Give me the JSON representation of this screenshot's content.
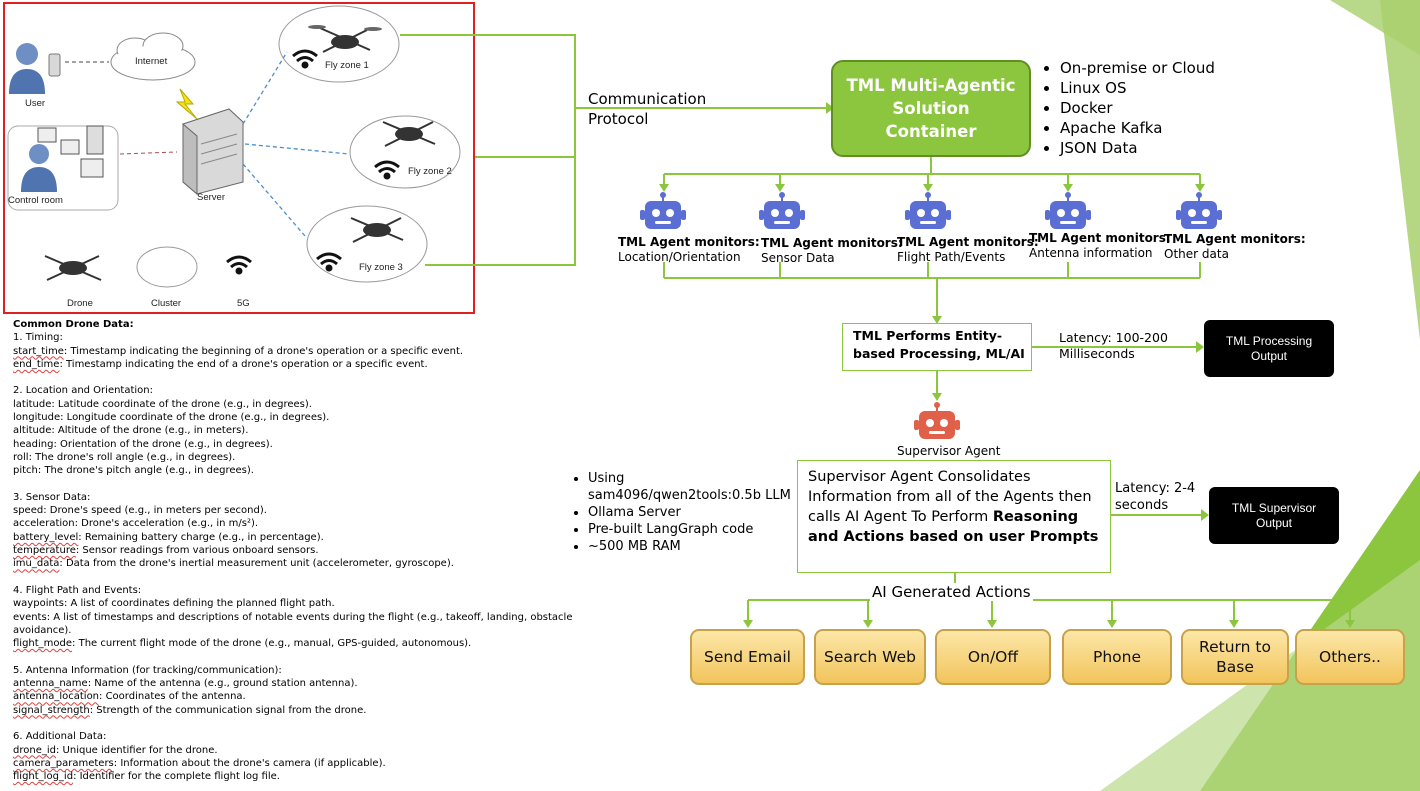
{
  "network": {
    "user": "User",
    "internet": "Internet",
    "server": "Server",
    "control_room": "Control room",
    "fly_zone_1": "Fly zone 1",
    "fly_zone_2": "Fly zone 2",
    "fly_zone_3": "Fly zone 3",
    "drone": "Drone",
    "cluster": "Cluster",
    "five_g": "5G"
  },
  "drone_data": {
    "title": "Common Drone Data:",
    "sections": [
      {
        "heading": "1. Timing:",
        "lines": [
          {
            "key": "start_time",
            "text": ": Timestamp indicating the beginning of a drone's operation or a specific event."
          },
          {
            "key": "end_time",
            "text": ": Timestamp indicating the end of a drone's operation or a specific event."
          }
        ]
      },
      {
        "heading": "2. Location and Orientation:",
        "lines": [
          {
            "key": "latitude",
            "text": ": Latitude coordinate of the drone (e.g., in degrees)."
          },
          {
            "key": "longitude",
            "text": ": Longitude coordinate of the drone (e.g., in degrees)."
          },
          {
            "key": "altitude",
            "text": ": Altitude of the drone (e.g., in meters)."
          },
          {
            "key": "heading",
            "text": ": Orientation of the drone (e.g., in degrees)."
          },
          {
            "key": "roll",
            "text": ": The drone's roll angle (e.g., in degrees)."
          },
          {
            "key": "pitch",
            "text": ": The drone's pitch angle (e.g., in degrees)."
          }
        ]
      },
      {
        "heading": "3. Sensor Data:",
        "lines": [
          {
            "key": "speed",
            "text": ": Drone's speed (e.g., in meters per second)."
          },
          {
            "key": "acceleration",
            "text": ": Drone's acceleration (e.g., in m/s²)."
          },
          {
            "key": "battery_level",
            "text": ": Remaining battery charge (e.g., in percentage)."
          },
          {
            "key": "temperature",
            "text": ": Sensor readings from various onboard sensors."
          },
          {
            "key": "imu_data",
            "text": ": Data from the drone's inertial measurement unit (accelerometer, gyroscope)."
          }
        ]
      },
      {
        "heading": "4. Flight Path and Events:",
        "lines": [
          {
            "key": "waypoints",
            "text": ": A list of coordinates defining the planned flight path."
          },
          {
            "key": "events",
            "text": ": A list of timestamps and descriptions of notable events during the flight (e.g., takeoff, landing, obstacle avoidance)."
          },
          {
            "key": "flight_mode",
            "text": ": The current flight mode of the drone (e.g., manual, GPS-guided, autonomous)."
          }
        ]
      },
      {
        "heading": "5. Antenna Information (for tracking/communication):",
        "lines": [
          {
            "key": "antenna_name",
            "text": ": Name of the antenna (e.g., ground station antenna)."
          },
          {
            "key": "antenna_location",
            "text": ": Coordinates of the antenna."
          },
          {
            "key": "signal_strength",
            "text": ": Strength of the communication signal from the drone."
          }
        ]
      },
      {
        "heading": "6. Additional Data:",
        "lines": [
          {
            "key": "drone_id",
            "text": ": Unique identifier for the drone."
          },
          {
            "key": "camera_parameters",
            "text": ": Information about the drone's camera (if applicable)."
          },
          {
            "key": "flight_log_id",
            "text": ": Identifier for the complete flight log file."
          }
        ]
      }
    ]
  },
  "communication_protocol": "Communication Protocol",
  "container": {
    "title": "TML Multi-Agentic Solution Container",
    "features": [
      "On-premise or Cloud",
      "Linux OS",
      "Docker",
      "Apache Kafka",
      "JSON Data"
    ]
  },
  "agents": [
    {
      "title": "TML Agent monitors:",
      "subject": "Location/Orientation"
    },
    {
      "title": "TML Agent monitors:",
      "subject": "Sensor Data"
    },
    {
      "title": "TML Agent monitors:",
      "subject": "Flight Path/Events"
    },
    {
      "title": "TML Agent monitors:",
      "subject": "Antenna information"
    },
    {
      "title": "TML Agent monitors:",
      "subject": "Other data"
    }
  ],
  "processing": {
    "box": "TML Performs Entity-based  Processing, ML/AI",
    "latency": "Latency: 100-200 Milliseconds",
    "output": "TML Processing Output"
  },
  "supervisor": {
    "agent_label": "Supervisor Agent",
    "box_pre": "Supervisor Agent Consolidates Information from all of the Agents then calls AI Agent To Perform ",
    "box_bold": "Reasoning and Actions based on user Prompts",
    "latency": "Latency: 2-4 seconds",
    "output": "TML Supervisor Output"
  },
  "llm_notes": [
    "Using sam4096/qwen2tools:0.5b LLM",
    "Ollama Server",
    "Pre-built LangGraph code",
    "~500 MB RAM"
  ],
  "ai_actions_label": "AI Generated Actions",
  "actions": [
    "Send Email",
    "Search Web",
    "On/Off",
    "Phone",
    "Return to Base",
    "Others.."
  ],
  "colors": {
    "accent_green": "#8cc63f",
    "network_border": "#e02020",
    "action_fill": "#f6d27a",
    "robot_blue": "#5b6ed3",
    "robot_red": "#e0604a"
  }
}
